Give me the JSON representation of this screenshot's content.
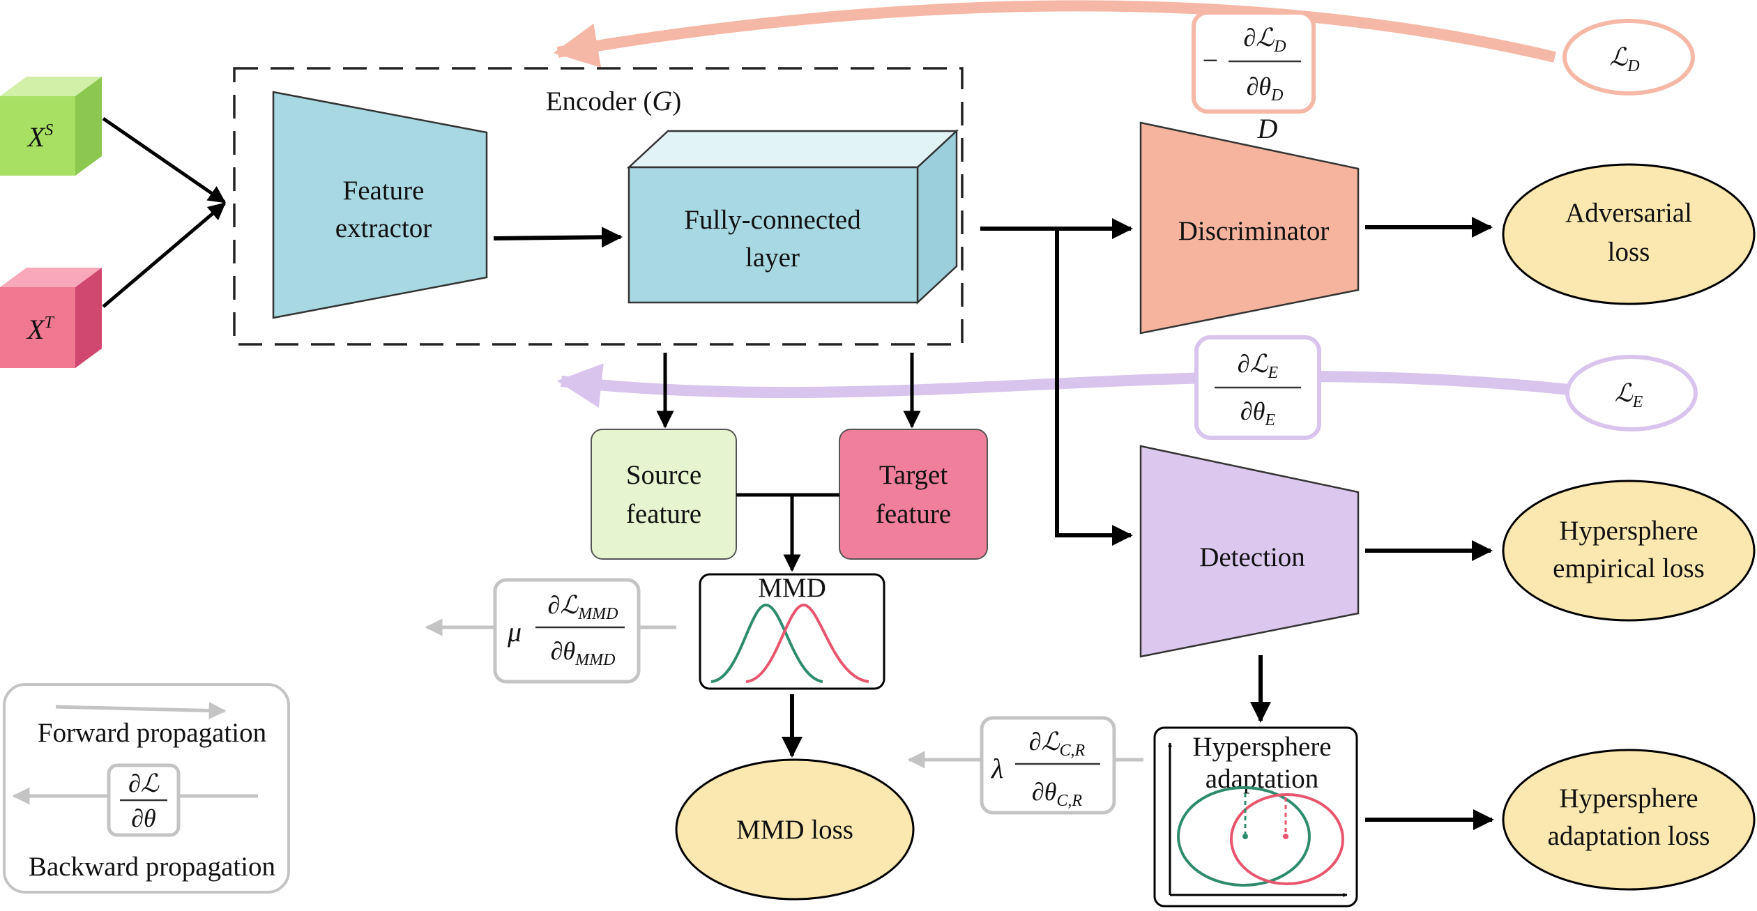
{
  "inputs": {
    "source": {
      "symbol": "X",
      "sup": "S",
      "color": "#a8e063"
    },
    "target": {
      "symbol": "X",
      "sup": "T",
      "color": "#f07890"
    }
  },
  "encoder": {
    "label": "Encoder (",
    "symbol": "G",
    "label_close": ")",
    "feature_extractor": [
      "Feature",
      "extractor"
    ],
    "fc_layer": [
      "Fully-connected",
      "layer"
    ]
  },
  "features": {
    "source": [
      "Source",
      "feature"
    ],
    "target": [
      "Target",
      "feature"
    ]
  },
  "mmd": {
    "title": "MMD",
    "loss": "MMD loss",
    "grad_coef": "μ",
    "grad_num": "∂ℒ",
    "grad_num_sub": "MMD",
    "grad_den": "∂θ",
    "grad_den_sub": "MMD"
  },
  "discriminator": {
    "symbol": "D",
    "label": "Discriminator",
    "loss": [
      "Adversarial",
      "loss"
    ],
    "grad_sign": "−",
    "grad_num": "∂ℒ",
    "grad_num_sub": "D",
    "grad_den": "∂θ",
    "grad_den_sub": "D",
    "loss_symbol": "ℒ",
    "loss_symbol_sub": "D"
  },
  "detection": {
    "label": "Detection",
    "loss": [
      "Hypersphere",
      "empirical loss"
    ],
    "grad_num": "∂ℒ",
    "grad_num_sub": "E",
    "grad_den": "∂θ",
    "grad_den_sub": "E",
    "loss_symbol": "ℒ",
    "loss_symbol_sub": "E"
  },
  "hypersphere": {
    "title": [
      "Hypersphere",
      "adaptation"
    ],
    "loss": [
      "Hypersphere",
      "adaptation loss"
    ],
    "grad_coef": "λ",
    "grad_num": "∂ℒ",
    "grad_num_sub": "C,R",
    "grad_den": "∂θ",
    "grad_den_sub": "C,R"
  },
  "legend": {
    "forward": "Forward propagation",
    "backward": "Backward propagation",
    "grad_num": "∂ℒ",
    "grad_den": "∂θ"
  },
  "colors": {
    "encoder_block": "#a8d8e2",
    "source_feature": "#e6f5cf",
    "target_feature": "#f07f9c",
    "discriminator": "#f6b49e",
    "detection": "#dcc8ee",
    "loss_ellipse": "#fbe8b0",
    "grad_discriminator": "#f6b8a6",
    "grad_detection": "#d8c4ec",
    "grad_gray": "#c4c4c4",
    "curve_green": "#2e8b6e",
    "curve_red": "#e8566e"
  }
}
